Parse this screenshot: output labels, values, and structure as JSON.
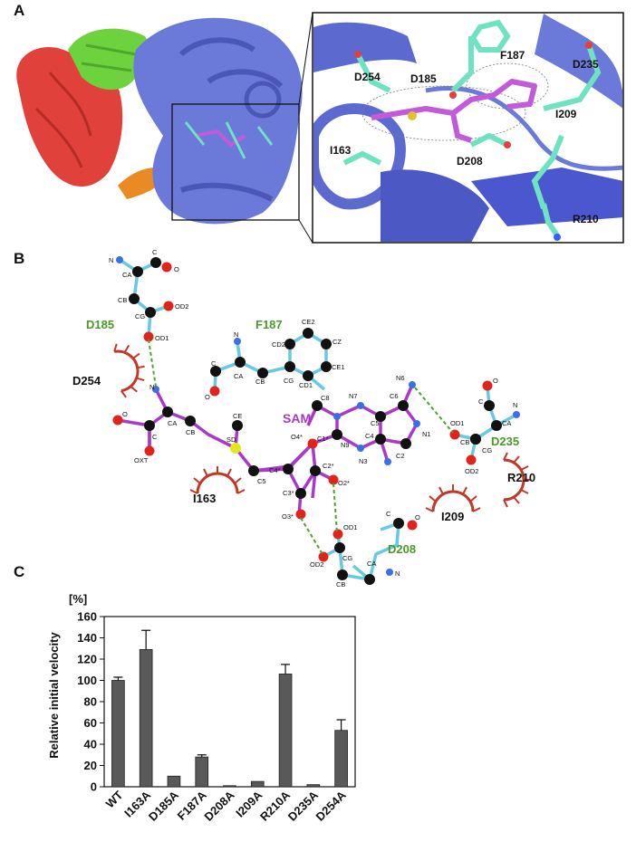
{
  "panels": {
    "a": "A",
    "b": "B",
    "c": "C"
  },
  "panel_a": {
    "inset_labels": [
      "D254",
      "D185",
      "F187",
      "D235",
      "I209",
      "I163",
      "D208",
      "R210"
    ]
  },
  "panel_b": {
    "ligand": "SAM",
    "residues_hbond": [
      "D185",
      "F187",
      "D235",
      "D208"
    ],
    "residues_hydrophobic": [
      "D254",
      "I163",
      "I209",
      "R210"
    ],
    "atoms": {
      "d185": [
        "N",
        "C",
        "CA",
        "O",
        "CB",
        "CG",
        "OD2",
        "OD1"
      ],
      "f187": [
        "CE2",
        "CD2",
        "CZ",
        "N",
        "C",
        "CA",
        "CB",
        "CG",
        "CD1",
        "CE1",
        "O"
      ],
      "sam": [
        "N",
        "CA",
        "CB",
        "O",
        "C",
        "OXT",
        "SD",
        "CE",
        "C5",
        "O4*",
        "C1*",
        "C4*",
        "C2*",
        "C3*",
        "O3*",
        "O2*",
        "C8",
        "N7",
        "C5",
        "C6",
        "N6",
        "N9",
        "C4",
        "N1",
        "N3",
        "C2"
      ],
      "d235": [
        "O",
        "C",
        "N",
        "CA",
        "OD1",
        "CB",
        "CG",
        "OD2"
      ],
      "d208": [
        "O",
        "OD1",
        "C",
        "OD2",
        "CG",
        "CA",
        "CB",
        "N"
      ]
    }
  },
  "chart_data": {
    "type": "bar",
    "unit_label": "[%]",
    "ylabel": "Relative initial velocity",
    "xlabel": "",
    "ylim": [
      0,
      160
    ],
    "yticks": [
      0,
      20,
      40,
      60,
      80,
      100,
      120,
      140,
      160
    ],
    "categories": [
      "WT",
      "I163A",
      "D185A",
      "F187A",
      "D208A",
      "I209A",
      "R210A",
      "D235A",
      "D254A"
    ],
    "values": [
      100,
      129,
      10,
      28,
      1,
      5,
      106,
      2,
      53
    ],
    "errors": [
      3,
      18,
      0,
      2,
      0,
      0,
      9,
      0,
      10
    ],
    "bar_color": "#595959",
    "grid": false,
    "legend": "none"
  },
  "colors": {
    "helix_blue": "#6b79d8",
    "sheet_red": "#e0413a",
    "sheet_green": "#6ed13e",
    "loop_orange": "#e98a22",
    "stick_cyan": "#6fe2c2",
    "sam_purple": "#c15bd9",
    "bond_cyan": "#69c8e2",
    "hydrophobic_red": "#c0392b",
    "hbond_green": "#4fa32a"
  }
}
